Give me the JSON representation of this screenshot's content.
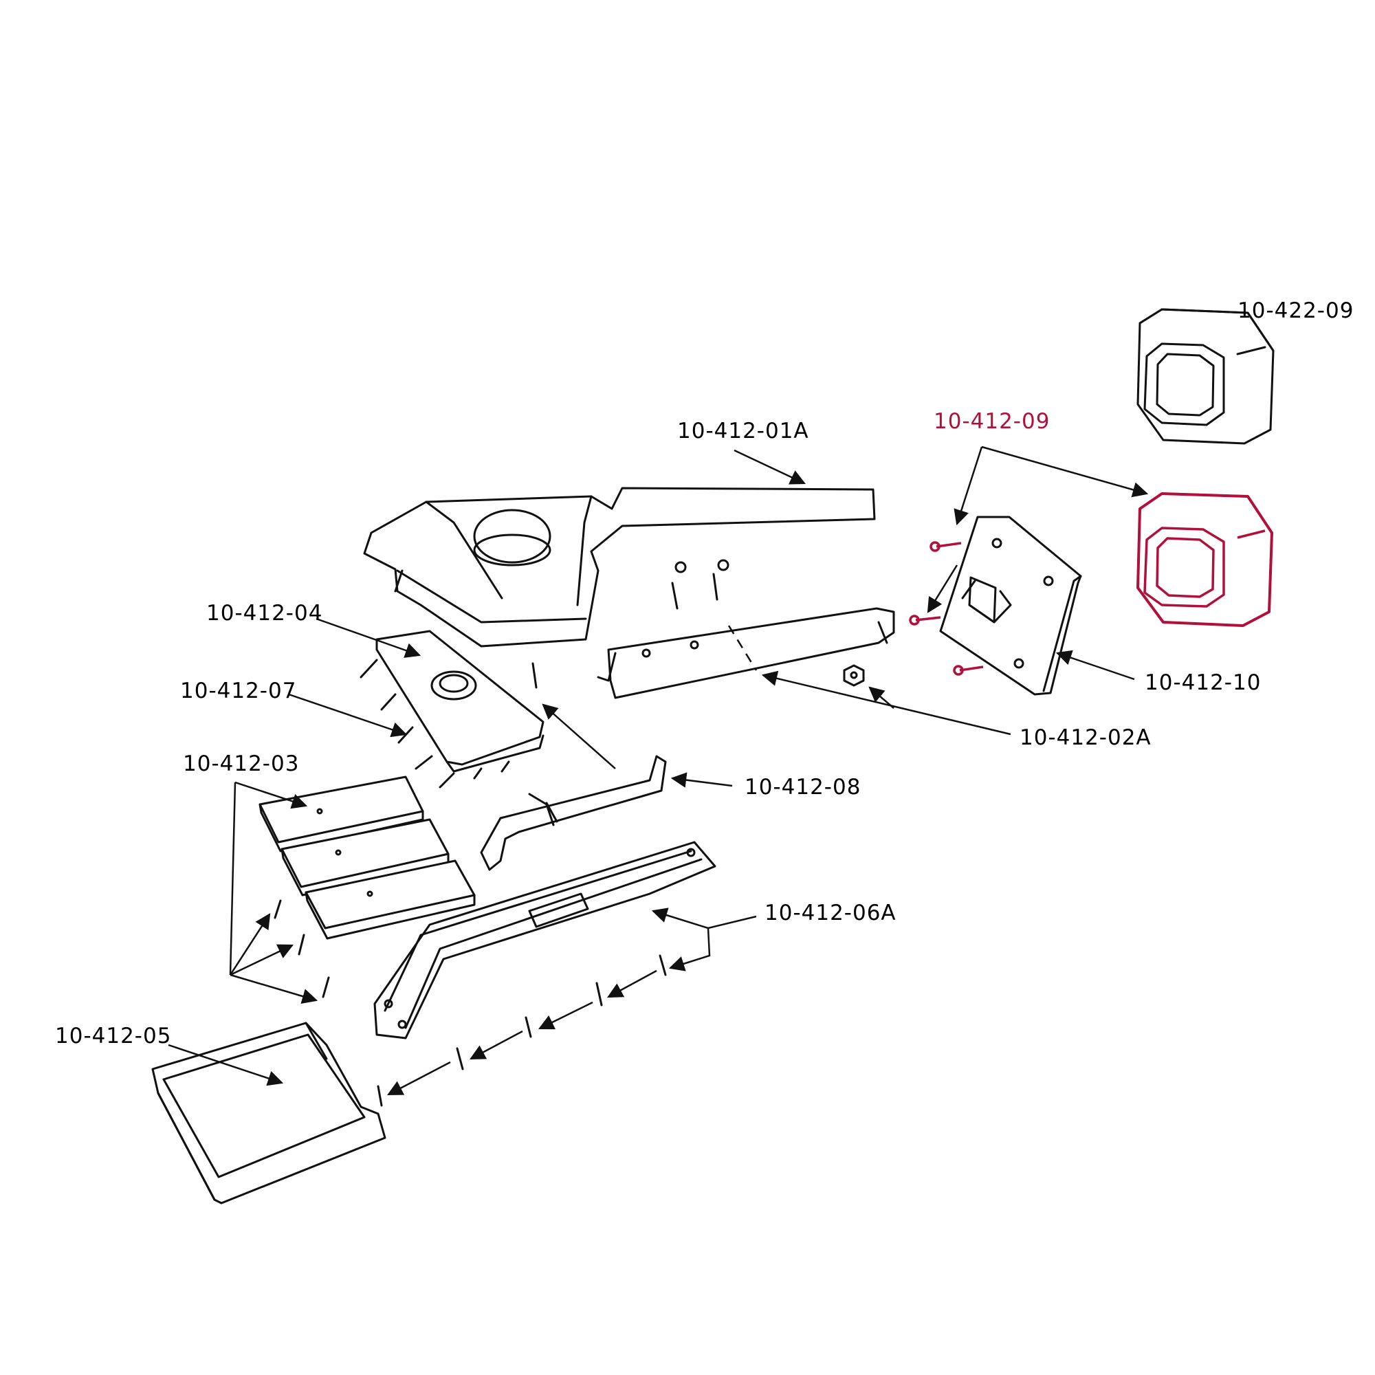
{
  "colors": {
    "ink": "#111111",
    "highlight": "#b0103a",
    "background": "#ffffff"
  },
  "highlighted_part": "10-412-09",
  "labels": {
    "p_422_09": "10-422-09",
    "p_412_09": "10-412-09",
    "p_412_01a": "10-412-01A",
    "p_412_04": "10-412-04",
    "p_412_07": "10-412-07",
    "p_412_10": "10-412-10",
    "p_412_02a": "10-412-02A",
    "p_412_03": "10-412-03",
    "p_412_08": "10-412-08",
    "p_412_06a": "10-412-06A",
    "p_412_05": "10-412-05"
  }
}
